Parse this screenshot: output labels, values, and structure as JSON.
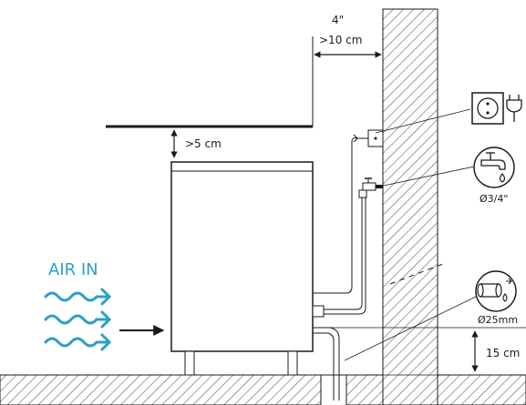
{
  "labels": {
    "top_inches": "4\"",
    "top_clearance": ">10 cm",
    "side_clearance": ">5 cm",
    "air_in": "AIR IN",
    "water_diameter": "Ø3/4\"",
    "drain_diameter": "Ø25mm",
    "drain_height": "15 cm"
  },
  "icons": {
    "socket": "power-socket-icon",
    "plug": "power-plug-icon",
    "tap": "water-tap-icon",
    "drain": "drain-pipe-icon",
    "air": "air-flow-wave-icon"
  },
  "colors": {
    "line": "#1a1a1a",
    "accent": "#2aa0c8",
    "hatch": "#444444"
  }
}
